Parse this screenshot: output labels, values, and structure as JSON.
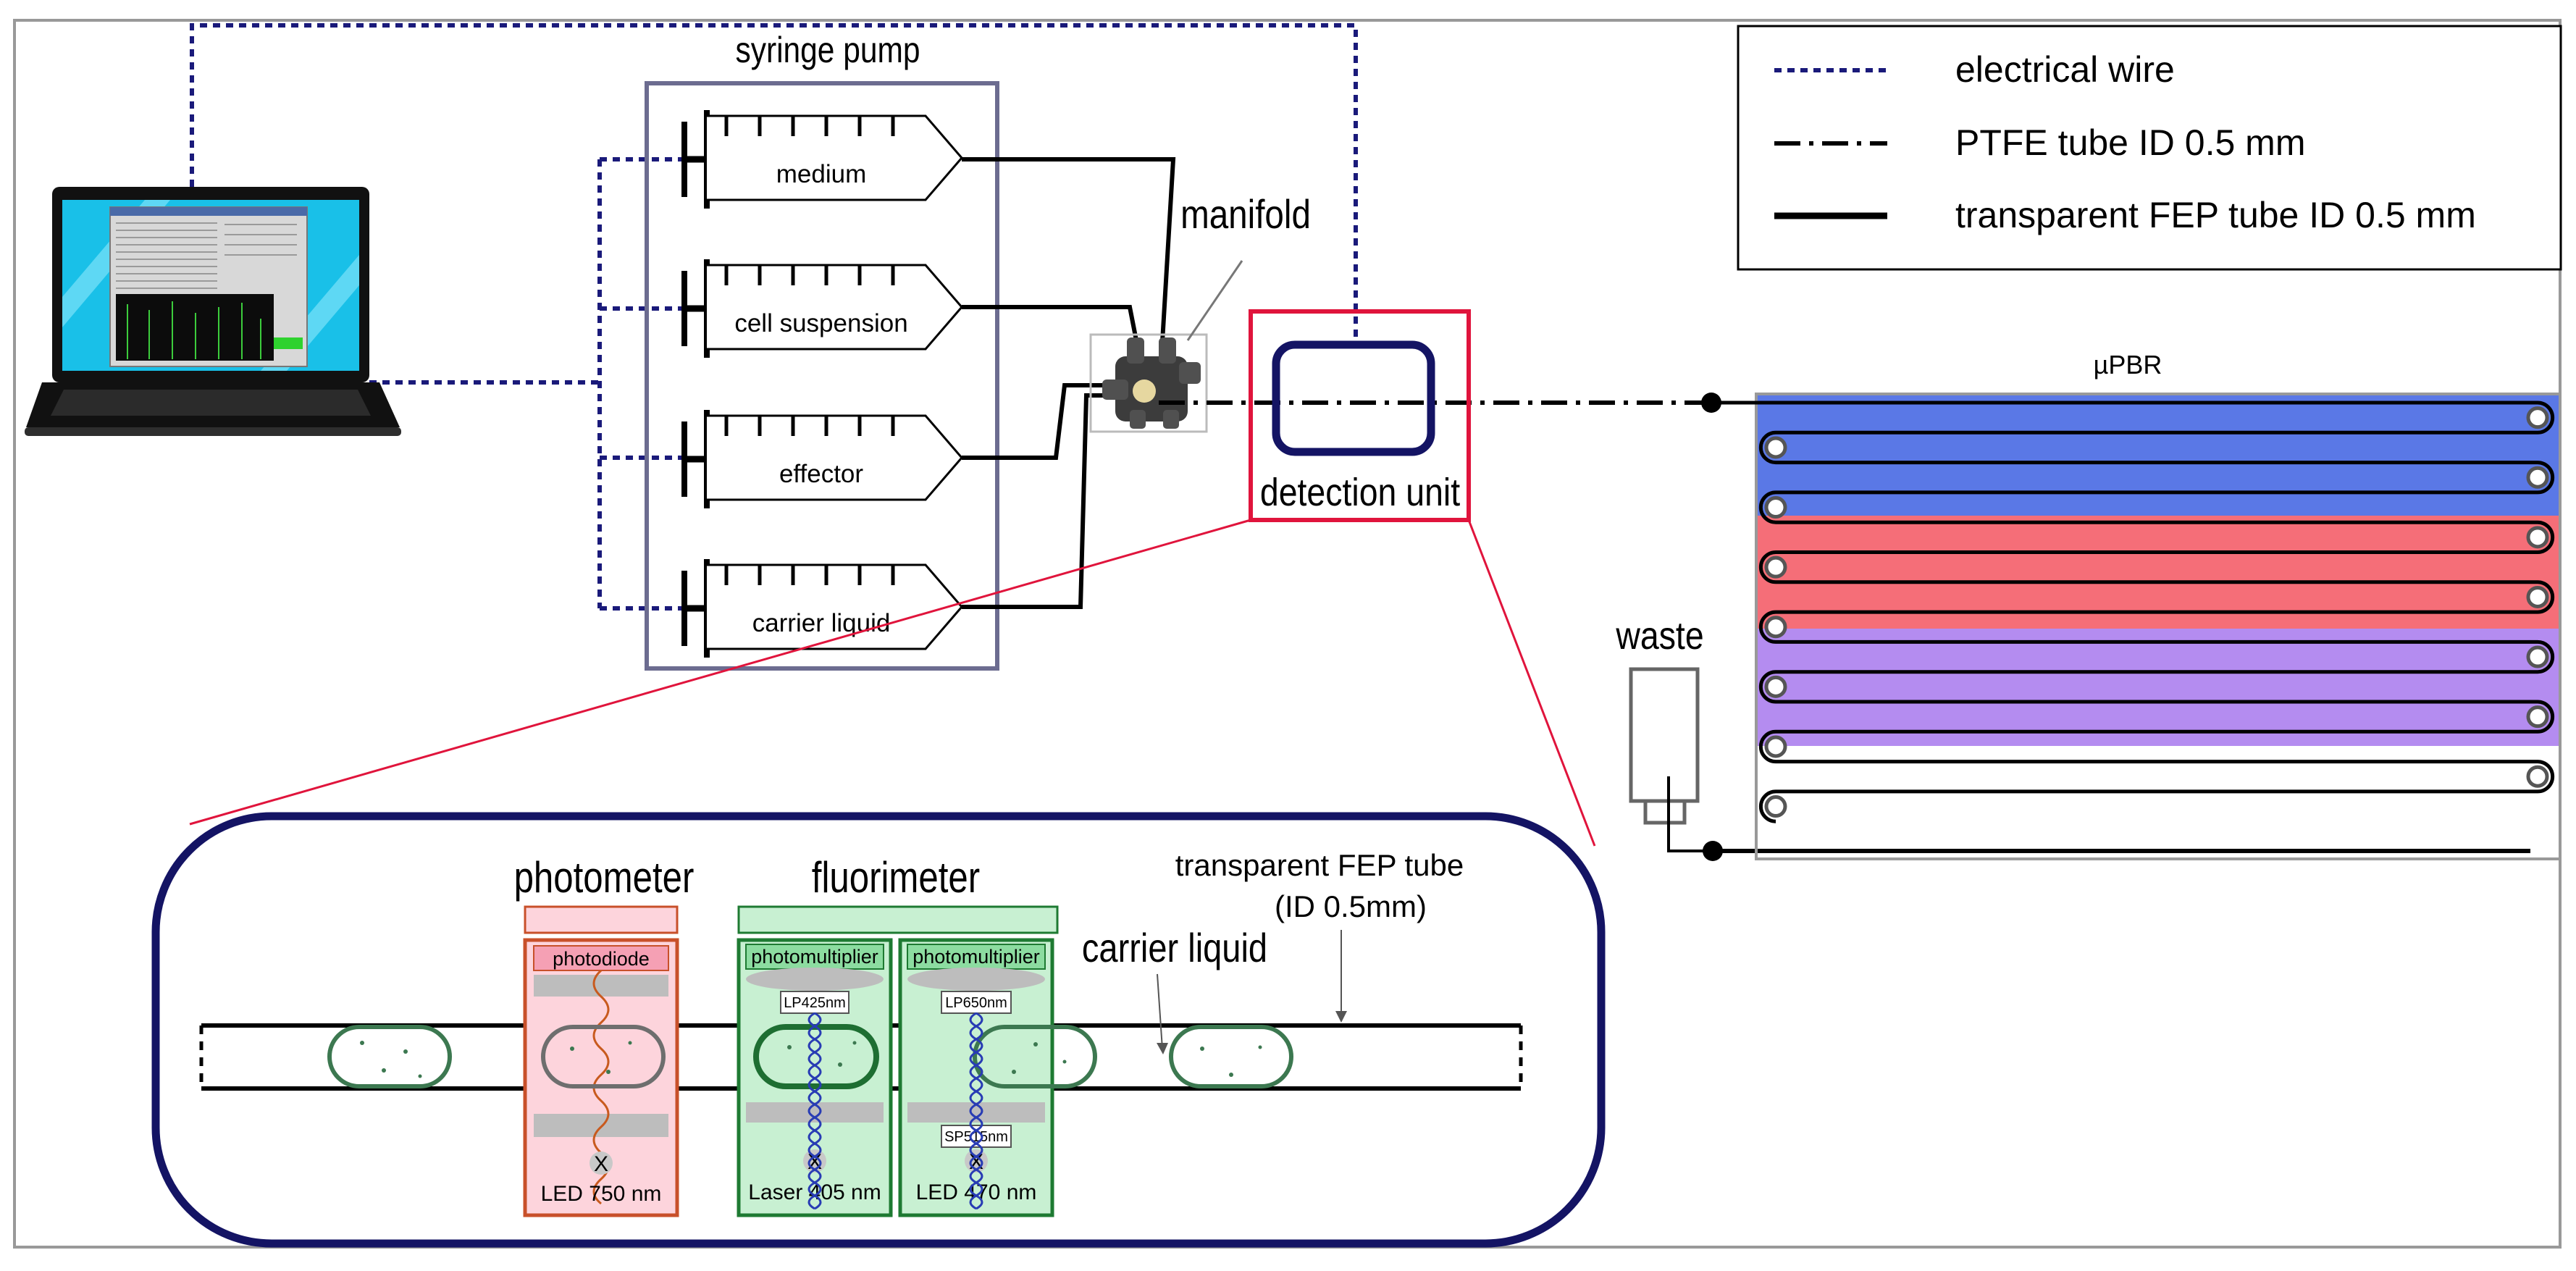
{
  "labels": {
    "syringe_pump": "syringe pump",
    "manifold": "manifold",
    "detection_unit": "detection unit",
    "waste": "waste",
    "upbr": "µPBR",
    "photometer": "photometer",
    "fluorimeter": "fluorimeter",
    "fep_tube_line1": "transparent FEP tube",
    "fep_tube_line2": "(ID 0.5mm)",
    "carrier_liquid": "carrier liquid"
  },
  "syringes": [
    {
      "label": "medium"
    },
    {
      "label": "cell suspension"
    },
    {
      "label": "effector"
    },
    {
      "label": "carrier liquid"
    }
  ],
  "legend": {
    "items": [
      {
        "label": "electrical wire",
        "style": "dotted"
      },
      {
        "label": "PTFE tube ID 0.5 mm",
        "style": "dash-dot"
      },
      {
        "label": "transparent FEP tube ID 0.5 mm",
        "style": "solid"
      }
    ]
  },
  "detectors": {
    "photometer": {
      "sensor": "photodiode",
      "source": "LED 750 nm"
    },
    "fluorimeter_1": {
      "sensor": "photomultiplier",
      "filter_top": "LP425nm",
      "source": "Laser 405 nm"
    },
    "fluorimeter_2": {
      "sensor": "photomultiplier",
      "filter_top": "LP650nm",
      "filter_bottom": "SP515nm",
      "source": "LED 470 nm"
    },
    "source_mark": "X"
  },
  "colors": {
    "wire": "#1a1a7a",
    "detection_frame": "#e0143c",
    "pump_frame": "#6c6c90",
    "inset_frame": "#141464",
    "photometer_fill": "#fdd4dc",
    "photometer_border": "#c8502a",
    "fluorimeter_fill": "#c8f0d2",
    "fluorimeter_border": "#1e7a32",
    "upbr_blue": "#5a78e6",
    "upbr_red": "#f56e78",
    "upbr_purple": "#b48cf0",
    "droplet": "#3c7850",
    "laptop_screen": "#19c0e8"
  }
}
